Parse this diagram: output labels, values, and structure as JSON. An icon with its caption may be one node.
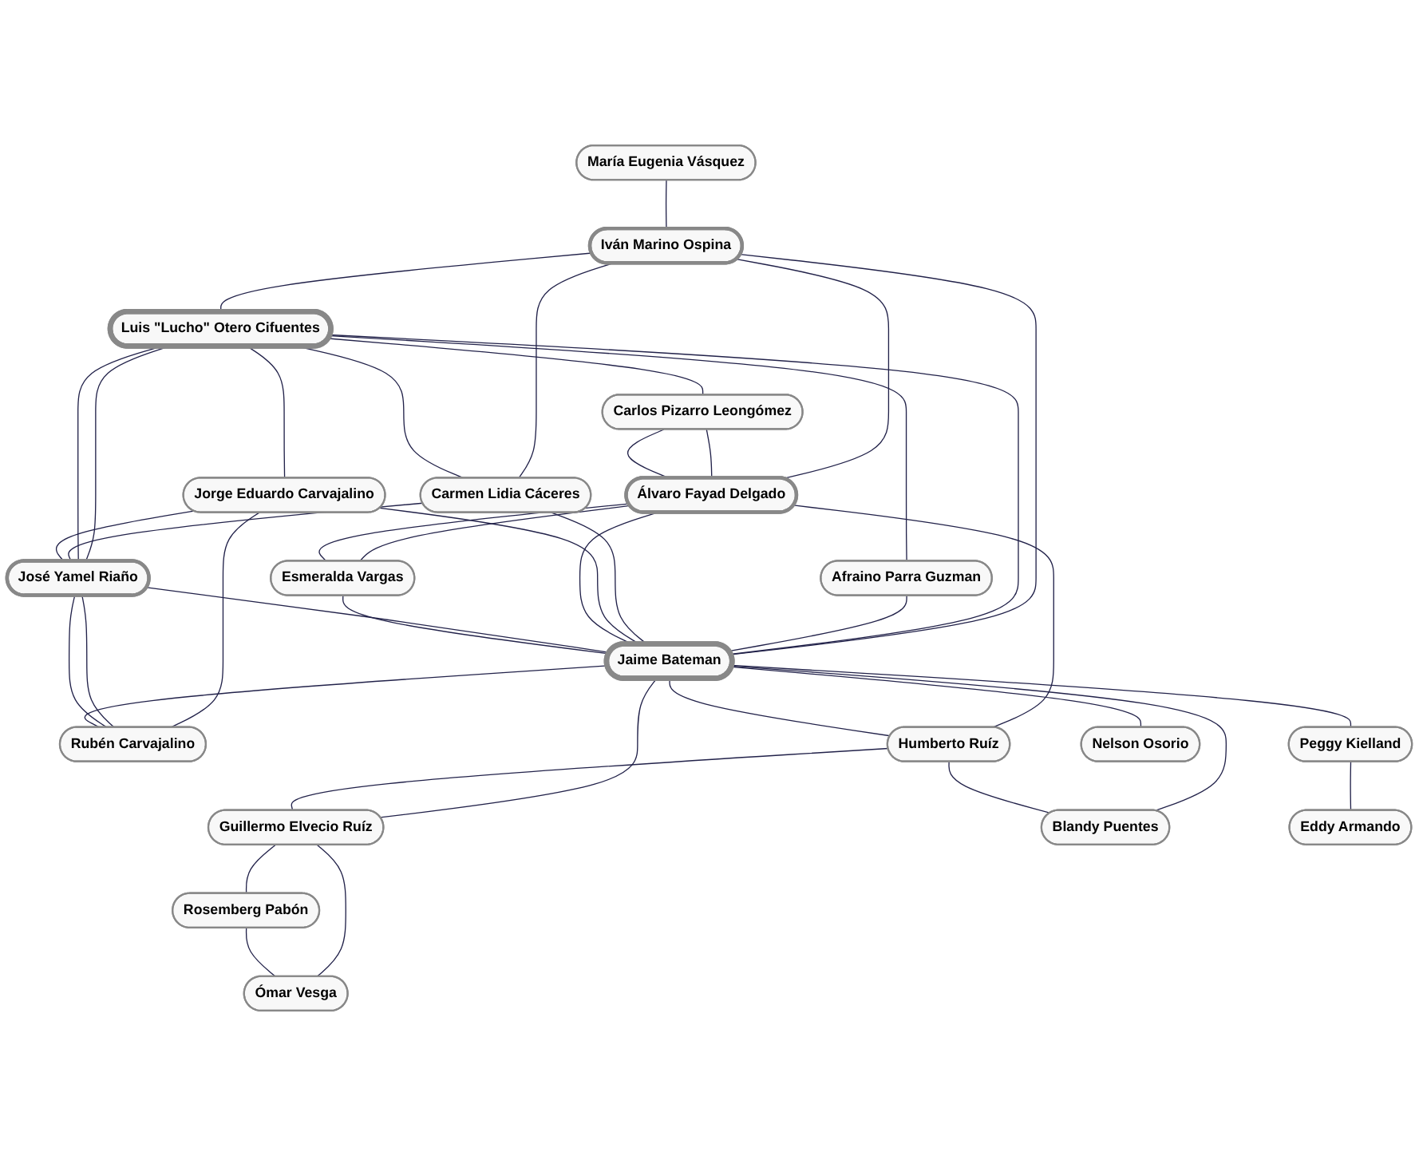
{
  "diagram": {
    "nodes": [
      {
        "text": [
          "María Eugenia Vásquez"
        ]
      },
      {
        "text": [
          "Iván Marino Ospina"
        ]
      },
      {
        "text": [
          "Luis \"Lucho\" Otero Cifuentes"
        ]
      },
      {
        "text": [
          "Carlos Pizarro Leongómez"
        ]
      },
      {
        "text": [
          "Afraino Parra Guzman"
        ]
      },
      {
        "text": [
          "Carmen Lidia Cáceres"
        ]
      },
      {
        "text": [
          "Jorge Eduardo Carvajalino"
        ]
      },
      {
        "text": [
          "Álvaro Fayad Delgado"
        ]
      },
      {
        "text": [
          "José Yamel Riaño"
        ]
      },
      {
        "text": [
          "Esmeralda Vargas"
        ]
      },
      {
        "text": [
          "Jaime Bateman"
        ]
      },
      {
        "text": [
          "Rubén Carvajalino"
        ]
      },
      {
        "text": [
          "Humberto Ruíz"
        ]
      },
      {
        "text": [
          "Peggy Kielland"
        ]
      },
      {
        "text": [
          "Nelson Osorio"
        ]
      },
      {
        "text": [
          "Guillermo Elvecio Ruíz"
        ]
      },
      {
        "text": [
          "Blandy Puentes"
        ]
      },
      {
        "text": [
          "Eddy Armando"
        ]
      },
      {
        "text": [
          "Rosemberg Pabón"
        ]
      },
      {
        "text": [
          "Ómar Vesga"
        ]
      }
    ],
    "edges": [
      {
        "from": 0,
        "to": 1,
        "arrow": "none"
      },
      {
        "from": 1,
        "to": 2,
        "arrow": "none"
      },
      {
        "from": 1,
        "to": 7,
        "arrow": "none"
      },
      {
        "from": 1,
        "to": 5,
        "arrow": "none"
      },
      {
        "from": 1,
        "to": 10,
        "arrow": "none"
      },
      {
        "from": 2,
        "to": 3,
        "arrow": "none"
      },
      {
        "from": 2,
        "to": 5,
        "arrow": "none"
      },
      {
        "from": 2,
        "to": 4,
        "arrow": "none"
      },
      {
        "from": 2,
        "to": 6,
        "arrow": "none"
      },
      {
        "from": 2,
        "to": 8,
        "arrow": "none"
      },
      {
        "from": 2,
        "to": 8,
        "arrow": "none"
      },
      {
        "from": 2,
        "to": 10,
        "arrow": "none"
      },
      {
        "from": 3,
        "to": 7,
        "arrow": "none"
      },
      {
        "from": 3,
        "to": 7,
        "arrow": "none"
      },
      {
        "from": 4,
        "to": 10,
        "arrow": "none"
      },
      {
        "from": 5,
        "to": 8,
        "arrow": "none"
      },
      {
        "from": 5,
        "to": 10,
        "arrow": "none"
      },
      {
        "from": 6,
        "to": 8,
        "arrow": "none"
      },
      {
        "from": 6,
        "to": 10,
        "arrow": "none"
      },
      {
        "from": 6,
        "to": 11,
        "arrow": "none"
      },
      {
        "from": 7,
        "to": 9,
        "arrow": "none"
      },
      {
        "from": 7,
        "to": 9,
        "arrow": "none"
      },
      {
        "from": 7,
        "to": 10,
        "arrow": "none"
      },
      {
        "from": 7,
        "to": 12,
        "arrow": "none"
      },
      {
        "from": 8,
        "to": 10,
        "arrow": "none"
      },
      {
        "from": 8,
        "to": 11,
        "arrow": "none"
      },
      {
        "from": 8,
        "to": 11,
        "arrow": "none"
      },
      {
        "from": 9,
        "to": 10,
        "arrow": "none"
      },
      {
        "from": 10,
        "to": 11,
        "arrow": "none"
      },
      {
        "from": 10,
        "to": 12,
        "arrow": "none"
      },
      {
        "from": 10,
        "to": 15,
        "arrow": "none"
      },
      {
        "from": 10,
        "to": 16,
        "arrow": "none"
      },
      {
        "from": 10,
        "to": 14,
        "arrow": "none"
      },
      {
        "from": 10,
        "to": 13,
        "arrow": "none"
      },
      {
        "from": 13,
        "to": 17,
        "arrow": "none"
      },
      {
        "from": 12,
        "to": 15,
        "arrow": "none"
      },
      {
        "from": 12,
        "to": 16,
        "arrow": "none"
      },
      {
        "from": 15,
        "to": 18,
        "arrow": "none"
      },
      {
        "from": 15,
        "to": 19,
        "arrow": "none"
      },
      {
        "from": 18,
        "to": 19,
        "arrow": "none"
      }
    ]
  }
}
